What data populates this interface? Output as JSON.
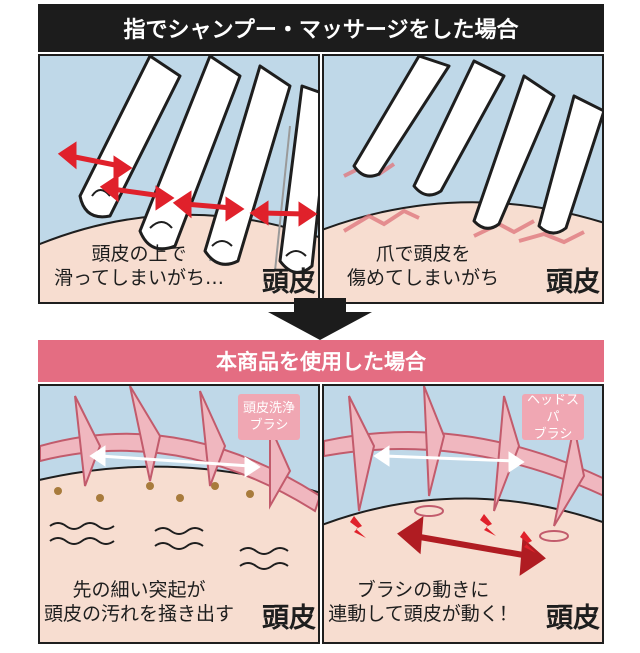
{
  "top": {
    "banner": "指でシャンプー・マッサージをした場合",
    "left": {
      "caption_line1": "頭皮の上で",
      "caption_line2": "滑ってしまいがち…",
      "label": "頭皮"
    },
    "right": {
      "caption_line1": "爪で頭皮を",
      "caption_line2": "傷めてしまいがち",
      "label": "頭皮"
    }
  },
  "bottom": {
    "banner": "本商品を使用した場合",
    "left": {
      "tag_line1": "頭皮洗浄",
      "tag_line2": "ブラシ",
      "caption_line1": "先の細い突起が",
      "caption_line2": "頭皮の汚れを掻き出す",
      "label": "頭皮"
    },
    "right": {
      "tag_line1": "ヘッドスパ",
      "tag_line2": "ブラシ",
      "caption_line1": "ブラシの動きに",
      "caption_line2": "連動して頭皮が動く！",
      "label": "頭皮"
    }
  },
  "colors": {
    "black_banner": "#1c1c1c",
    "pink_banner": "#e46d82",
    "sky": "#bfd8e8",
    "skin": "#f7ddd0",
    "bristle": "#f0b7bf",
    "red_arrow": "#e0212b",
    "dark_red_arrow": "#b01c22"
  }
}
